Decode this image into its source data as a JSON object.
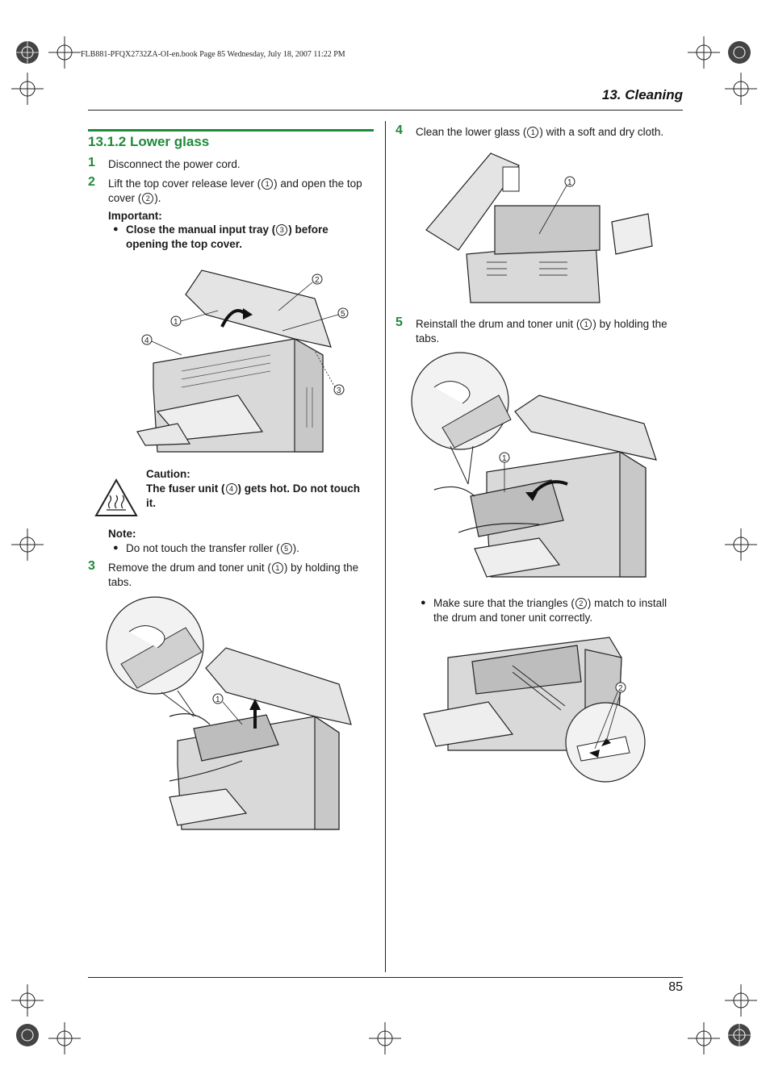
{
  "header": {
    "book_info": "FLB881-PFQX2732ZA-OI-en.book  Page 85  Wednesday, July 18, 2007  11:22 PM",
    "section": "13. Cleaning"
  },
  "subsection": {
    "title": "13.1.2 Lower glass"
  },
  "steps": {
    "s1": {
      "num": "1",
      "text": "Disconnect the power cord."
    },
    "s2": {
      "num": "2",
      "line1_a": "Lift the top cover release lever (",
      "line1_c": ") and open the top",
      "line2_a": "cover (",
      "line2_c": ").",
      "important_label": "Important:",
      "important_a": "Close the manual input tray (",
      "important_c": ") before",
      "important_line2": "opening the top cover."
    },
    "caution": {
      "label": "Caution:",
      "text_a": "The fuser unit (",
      "text_c": ") gets hot. Do not touch",
      "text_line2": "it."
    },
    "note": {
      "label": "Note:",
      "text_a": "Do not touch the transfer roller (",
      "text_c": ")."
    },
    "s3": {
      "num": "3",
      "line1_a": "Remove the drum and toner unit (",
      "line1_c": ") by holding the",
      "line2": "tabs."
    },
    "s4": {
      "num": "4",
      "text_a": "Clean the lower glass (",
      "text_c": ") with a soft and dry cloth."
    },
    "s5": {
      "num": "5",
      "line1_a": "Reinstall the drum and toner unit (",
      "line1_c": ") by holding the",
      "line2": "tabs.",
      "bullet_a": "Make sure that the triangles (",
      "bullet_c": ") match to install",
      "bullet_line2": "the drum and toner unit correctly."
    }
  },
  "callouts": {
    "c1": "1",
    "c2": "2",
    "c3": "3",
    "c4": "4",
    "c5": "5"
  },
  "icons": {
    "bullet": "●",
    "caution": "hot-surface-warning-icon"
  },
  "footer": {
    "page_number": "85"
  },
  "colors": {
    "accent_green": "#1f8a3a"
  }
}
